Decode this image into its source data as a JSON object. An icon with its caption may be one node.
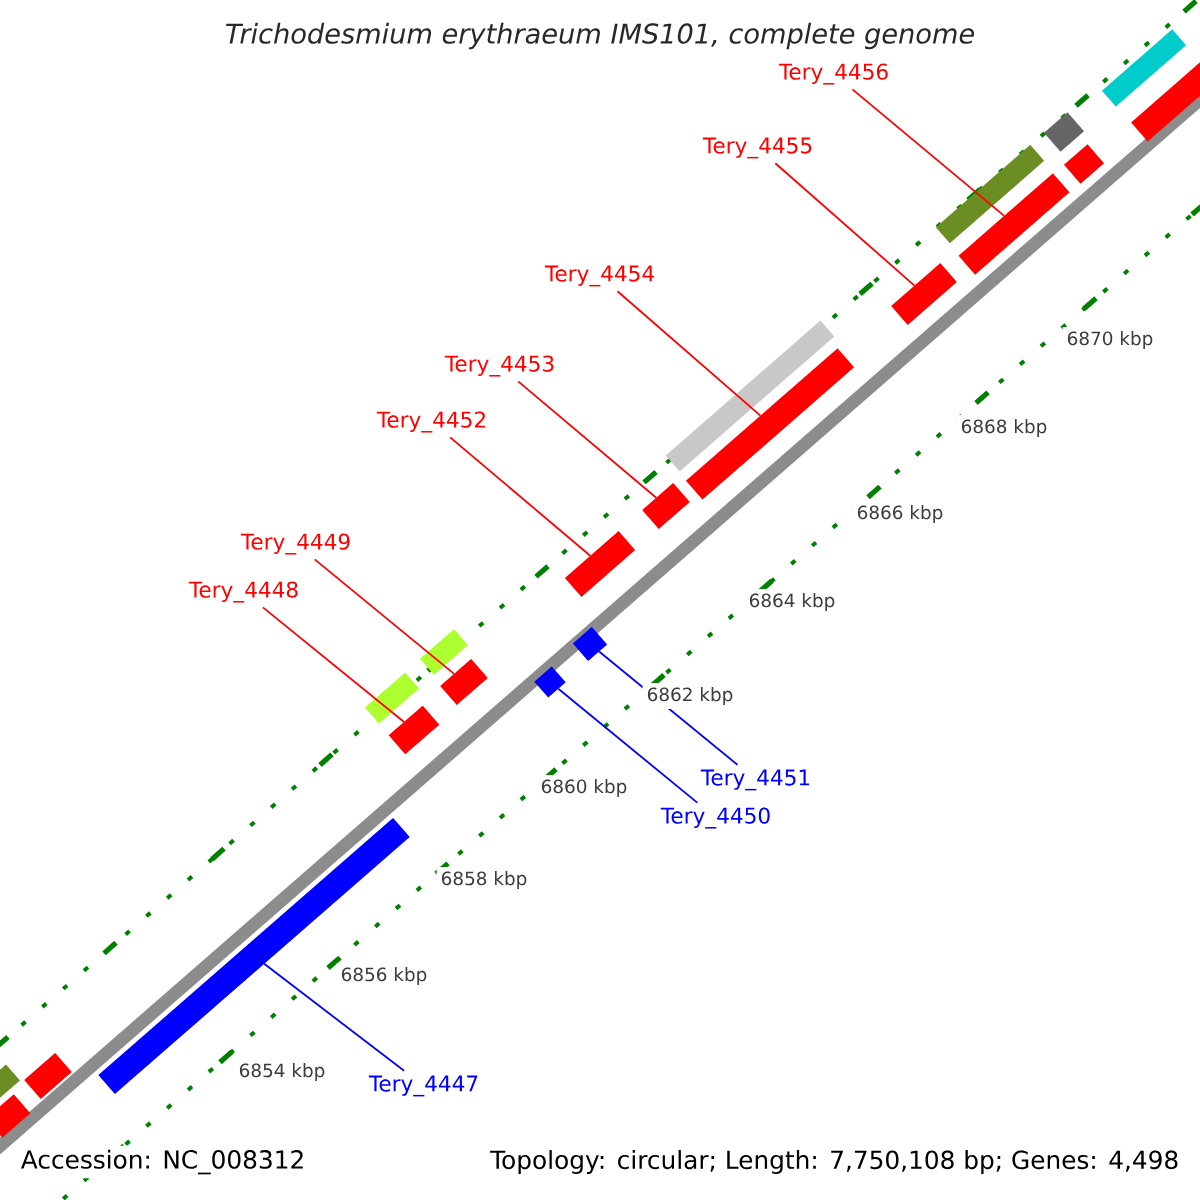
{
  "diagram": {
    "title": "Trichodesmium erythraeum IMS101, complete genome",
    "nodes": [
      {
        "text": [
          "Tery_4456"
        ]
      },
      {
        "text": [
          "Tery_4455"
        ]
      },
      {
        "text": [
          "Tery_4454"
        ]
      },
      {
        "text": [
          "Tery_4453"
        ]
      },
      {
        "text": [
          "Tery_4452"
        ]
      },
      {
        "text": [
          "Tery_4449"
        ]
      },
      {
        "text": [
          "Tery_4448"
        ]
      },
      {
        "text": [
          "Tery_4451"
        ]
      },
      {
        "text": [
          "Tery_4450"
        ]
      },
      {
        "text": [
          "Tery_4447"
        ]
      },
      {
        "text": [],
        "shape": "bar"
      },
      {
        "text": [],
        "shape": "bar"
      },
      {
        "text": [],
        "shape": "bar"
      },
      {
        "text": [],
        "shape": "bar"
      },
      {
        "text": [],
        "shape": "bar"
      },
      {
        "text": [],
        "shape": "bar"
      },
      {
        "text": [],
        "shape": "bar"
      },
      {
        "text": [],
        "shape": "bar"
      },
      {
        "text": [],
        "shape": "bar"
      },
      {
        "text": [],
        "shape": "bar"
      },
      {
        "text": [],
        "shape": "bar"
      },
      {
        "text": [],
        "shape": "bar"
      },
      {
        "text": [],
        "shape": "bar"
      },
      {
        "text": [],
        "shape": "bar"
      },
      {
        "text": [],
        "shape": "bar"
      },
      {
        "text": [],
        "shape": "bar"
      },
      {
        "text": [],
        "shape": "bar"
      },
      {
        "text": [],
        "shape": "bar"
      },
      {
        "text": [],
        "shape": "bar"
      },
      {
        "text": [],
        "shape": "bar"
      },
      {
        "text": [],
        "shape": "bar"
      }
    ],
    "edges": [
      {
        "from": 0,
        "to": 26,
        "arrow": "none"
      },
      {
        "from": 1,
        "to": 24,
        "arrow": "none"
      },
      {
        "from": 2,
        "to": 23,
        "arrow": "none"
      },
      {
        "from": 3,
        "to": 21,
        "arrow": "none"
      },
      {
        "from": 4,
        "to": 20,
        "arrow": "none"
      },
      {
        "from": 5,
        "to": 17,
        "arrow": "none"
      },
      {
        "from": 6,
        "to": 15,
        "arrow": "none"
      },
      {
        "from": 7,
        "to": 19,
        "arrow": "none",
        "color": "#0000ff"
      },
      {
        "from": 8,
        "to": 18,
        "arrow": "none",
        "color": "#0000ff"
      },
      {
        "from": 9,
        "to": 13,
        "arrow": "none",
        "color": "#0000ff"
      }
    ],
    "labels": [
      "6870 kbp",
      "6868 kbp",
      "6866 kbp",
      "6864 kbp",
      "6862 kbp",
      "6860 kbp",
      "6858 kbp",
      "6856 kbp",
      "6854 kbp",
      "Accession: NC_008312",
      "Topology: circular; Length: 7,750,108 bp; Genes: 4,498"
    ]
  }
}
